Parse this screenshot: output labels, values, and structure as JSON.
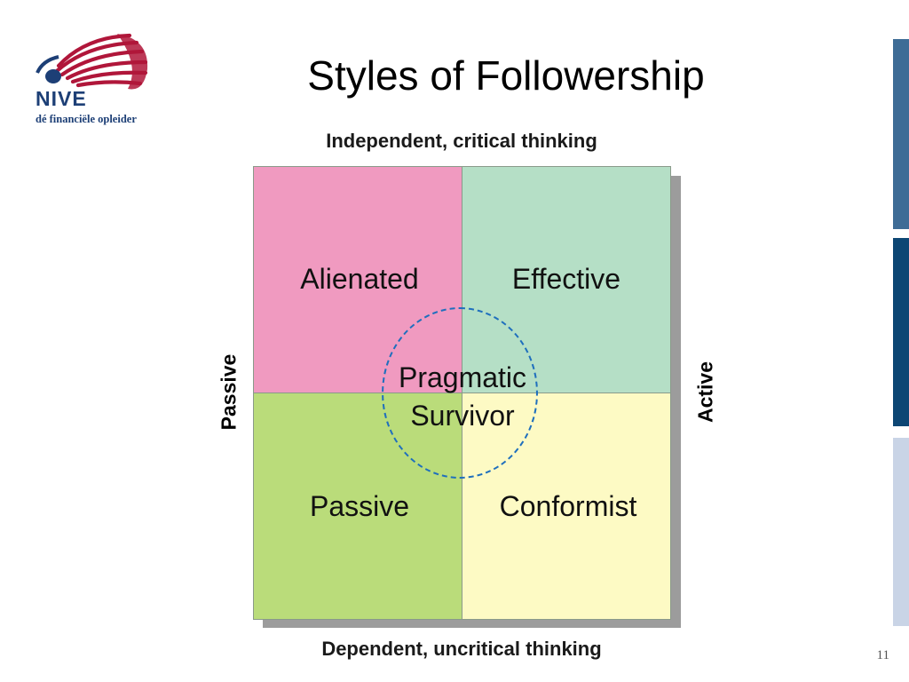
{
  "slide": {
    "title": "Styles of Followership",
    "page_number": "11"
  },
  "logo": {
    "wordmark": "NIVE",
    "tagline": "dé financiële opleider",
    "colors": {
      "arcs": "#b0163a",
      "text": "#1d3f76"
    }
  },
  "axes": {
    "top": "Independent, critical thinking",
    "bottom": "Dependent, uncritical thinking",
    "left": "Passive",
    "right": "Active"
  },
  "quadrants": {
    "top_left": {
      "label": "Alienated",
      "color": "#f09ac0"
    },
    "top_right": {
      "label": "Effective",
      "color": "#b5dfc6"
    },
    "bottom_left": {
      "label": "Passive",
      "color": "#badc7a"
    },
    "bottom_right": {
      "label": "Conformist",
      "color": "#fdfac4"
    }
  },
  "center": {
    "line1": "Pragmatic",
    "line2": "Survivor",
    "circle_color": "#1f6fbd"
  },
  "sidebar_colors": [
    "#3e6c96",
    "#0d4674",
    "#c9d4e6"
  ]
}
